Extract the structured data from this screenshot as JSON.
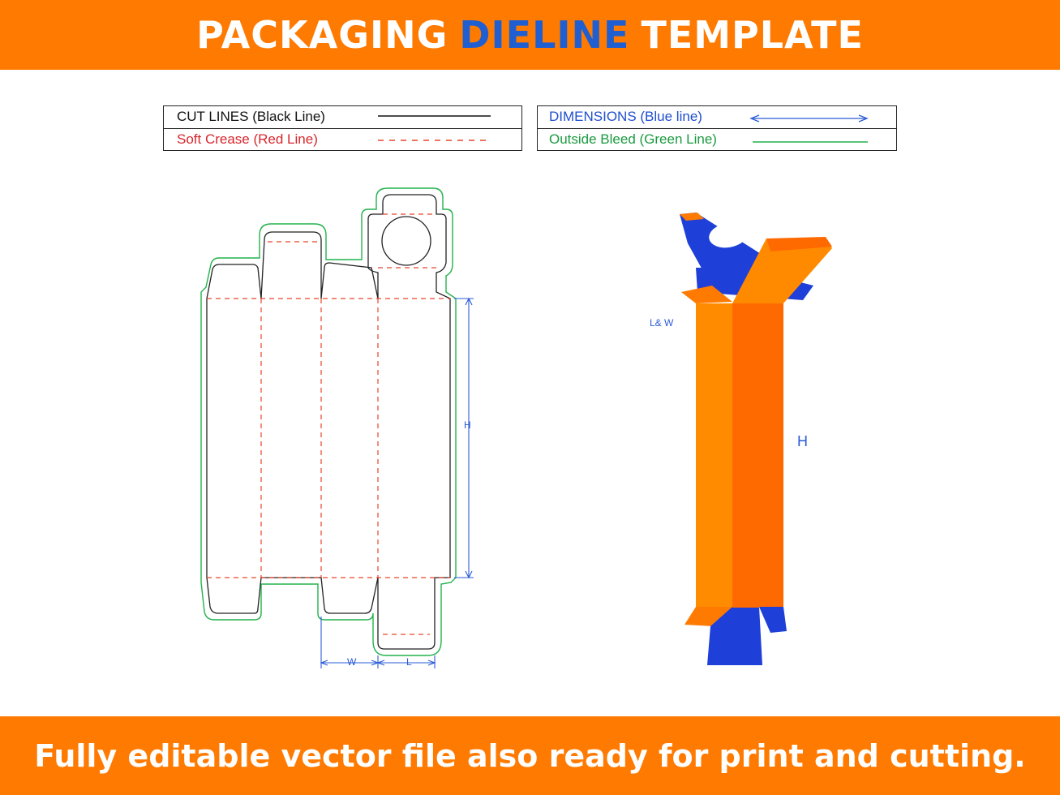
{
  "header": {
    "title_part1": "PACKAGING",
    "title_part2": "DIELINE",
    "title_part3": "TEMPLATE"
  },
  "legend": {
    "cut_lines": "CUT LINES (Black Line)",
    "soft_crease": "Soft Crease (Red Line)",
    "dimensions": "DIMENSIONS (Blue line)",
    "outside_bleed": "Outside Bleed (Green Line)"
  },
  "dieline": {
    "height_label": "H",
    "width_label": "W",
    "length_label": "L"
  },
  "mockup": {
    "lw_label": "L& W",
    "height_label": "H"
  },
  "footer": {
    "text": "Fully editable vector file also ready for print and cutting."
  },
  "colors": {
    "banner": "#ff7a00",
    "title_accent": "#1f5fd1",
    "cut": "#222222",
    "crease": "#e8432a",
    "dimension": "#2a5bd7",
    "bleed": "#22b24c",
    "box_orange_light": "#ff8c00",
    "box_orange_dark": "#ff6a00",
    "box_blue": "#1e3fd8"
  }
}
